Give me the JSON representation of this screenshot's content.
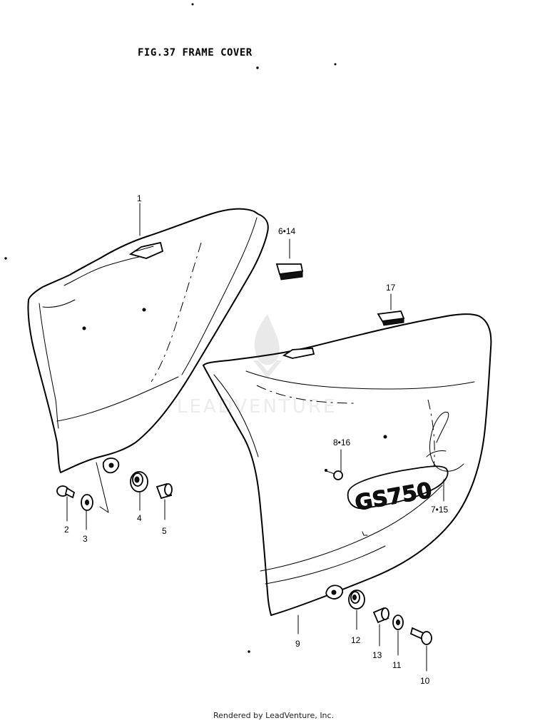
{
  "title": "FIG.37  FRAME COVER",
  "watermark": "LEADVENTURE",
  "footer": "Rendered by LeadVenture, Inc.",
  "emblem_text": "GS750",
  "callouts": {
    "c1": "1",
    "c2": "2",
    "c3": "3",
    "c4": "4",
    "c5": "5",
    "c6_14": "6•14",
    "c17": "17",
    "c8_16": "8•16",
    "c7_15": "7•15",
    "c9": "9",
    "c12": "12",
    "c13": "13",
    "c11": "11",
    "c10": "10"
  }
}
